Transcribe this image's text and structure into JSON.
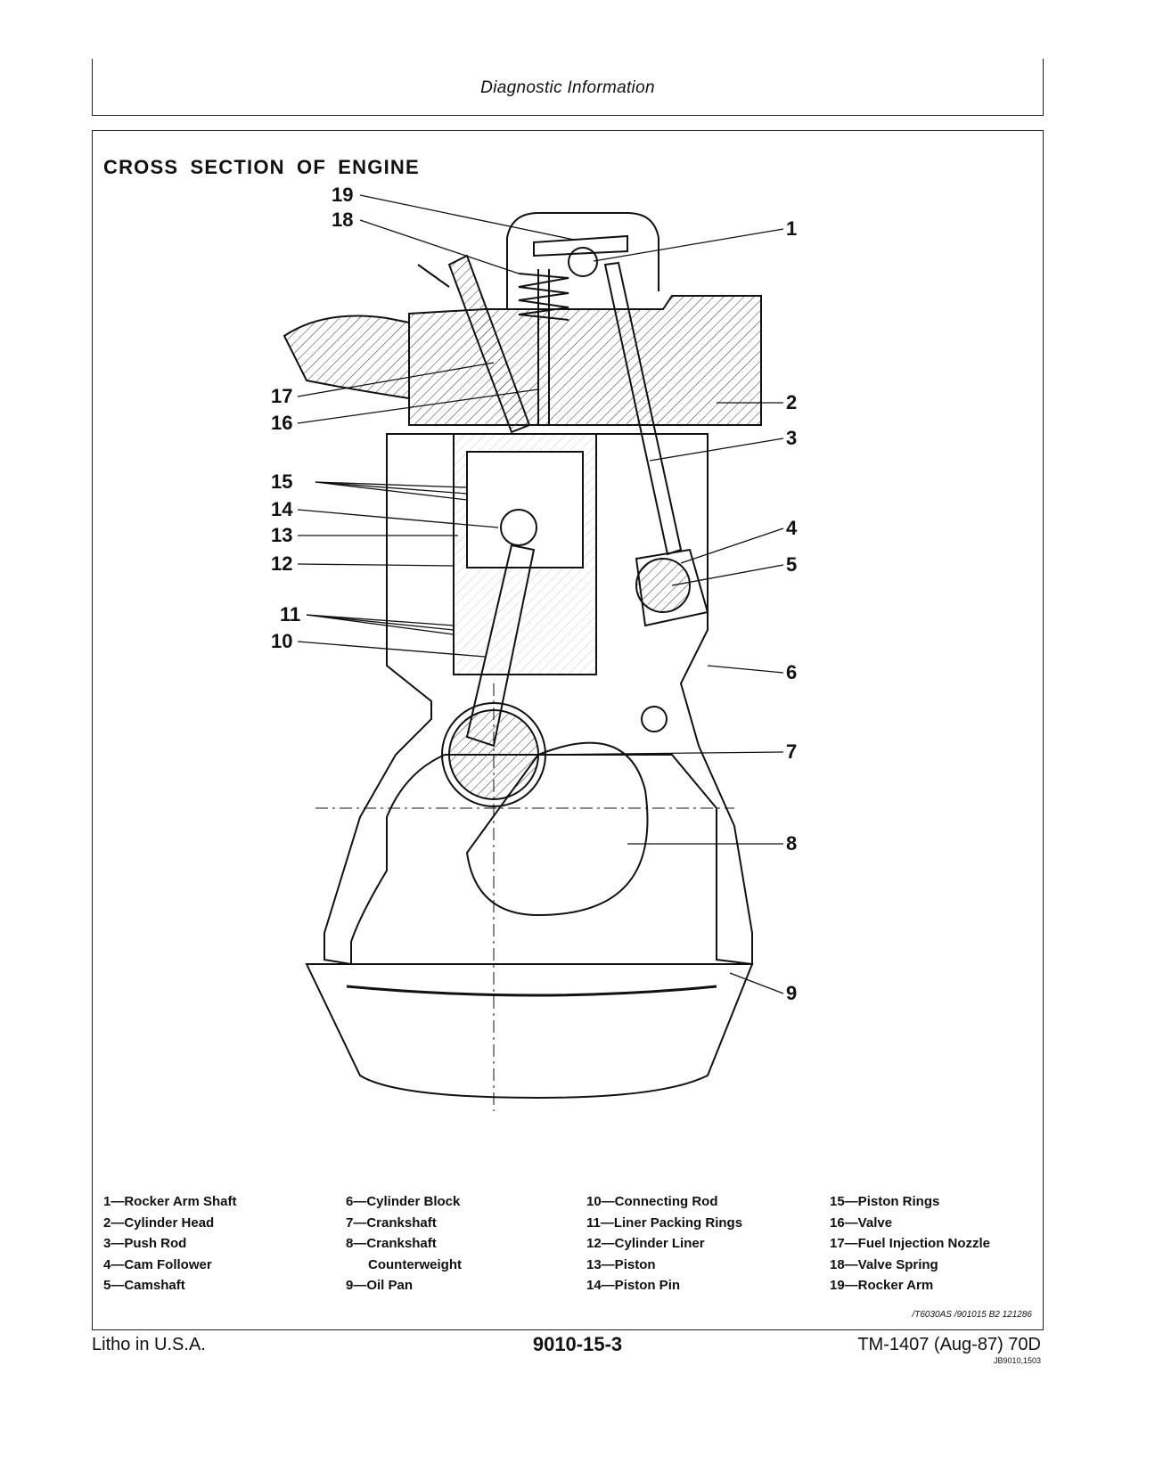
{
  "header": {
    "section_title": "Diagnostic Information"
  },
  "figure": {
    "title": "CROSS SECTION OF ENGINE",
    "callouts": [
      "1",
      "2",
      "3",
      "4",
      "5",
      "6",
      "7",
      "8",
      "9",
      "10",
      "11",
      "12",
      "13",
      "14",
      "15",
      "16",
      "17",
      "18",
      "19"
    ],
    "legend": [
      [
        "1—Rocker Arm Shaft",
        "2—Cylinder Head",
        "3—Push Rod",
        "4—Cam Follower",
        "5—Camshaft"
      ],
      [
        "6—Cylinder Block",
        "7—Crankshaft",
        "8—Crankshaft",
        "Counterweight",
        "9—Oil Pan"
      ],
      [
        "10—Connecting Rod",
        "11—Liner Packing Rings",
        "12—Cylinder Liner",
        "13—Piston",
        "14—Piston Pin"
      ],
      [
        "15—Piston Rings",
        "16—Valve",
        "17—Fuel Injection Nozzle",
        "18—Valve Spring",
        "19—Rocker Arm"
      ]
    ],
    "code": "/T6030AS /901015 B2 121286"
  },
  "footer": {
    "left": "Litho in U.S.A.",
    "center": "9010-15-3",
    "right": "TM-1407 (Aug-87) 70D",
    "small": "JB9010,1503"
  }
}
